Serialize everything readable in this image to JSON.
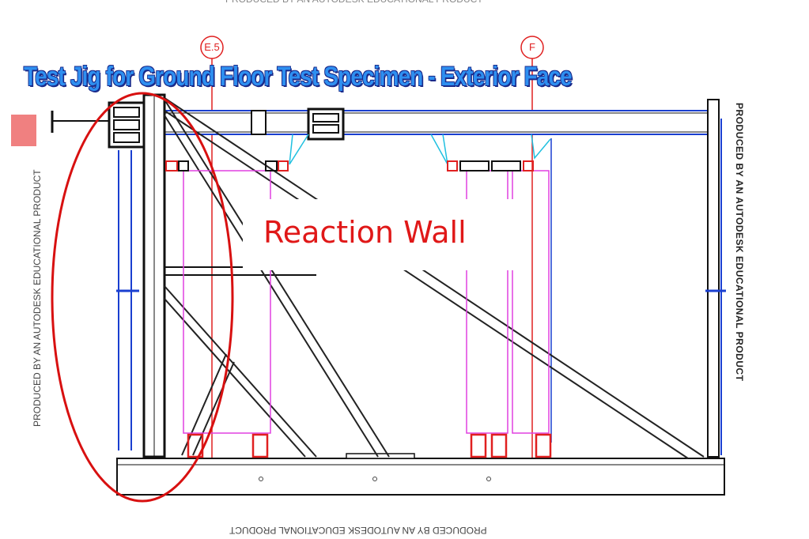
{
  "slide": {
    "title": "Test Jig for Ground Floor Test Specimen - Exterior Face",
    "callout_label": "Reaction Wall"
  },
  "drawing": {
    "grid_lines": [
      "E.5",
      "F"
    ],
    "watermark": "PRODUCED BY AN AUTODESK EDUCATIONAL PRODUCT",
    "colors": {
      "steel": "#111111",
      "brace": "#222222",
      "beam_outline": "#1a3fd0",
      "specimen": "#e040e0",
      "grid_line": "#e02020",
      "callout_ellipse": "#d81010",
      "title_fill": "#2e8ff0",
      "title_outline": "#1a2a8a"
    }
  }
}
